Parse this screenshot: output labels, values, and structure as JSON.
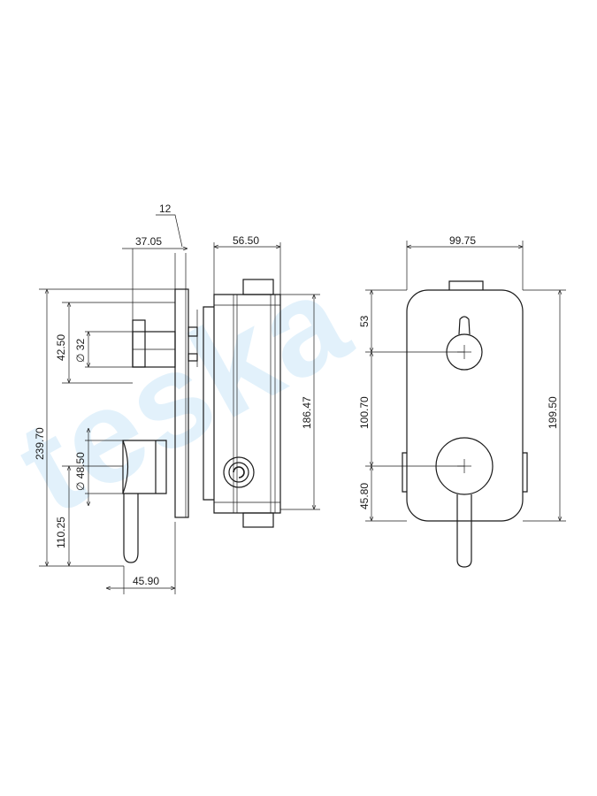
{
  "watermark": {
    "text": "teska",
    "color": "#7fc4ee"
  },
  "colors": {
    "line": "#1a1a1a",
    "background": "#ffffff"
  },
  "side_view": {
    "dims": {
      "top_offset": "12",
      "spindle_projection": "37.05",
      "total_height": "239.70",
      "upper_to_center": "42.50",
      "upper_diameter": "∅ 32",
      "lower_diameter": "∅ 48.50",
      "lower_to_bottom": "110.25",
      "lever_projection": "45.90"
    }
  },
  "body_view": {
    "dims": {
      "depth": "56.50",
      "height": "186.47"
    }
  },
  "front_view": {
    "dims": {
      "width": "99.75",
      "top_to_upper": "53",
      "upper_to_lower": "100.70",
      "lower_to_bottom": "45.80",
      "plate_height": "199.50"
    }
  }
}
